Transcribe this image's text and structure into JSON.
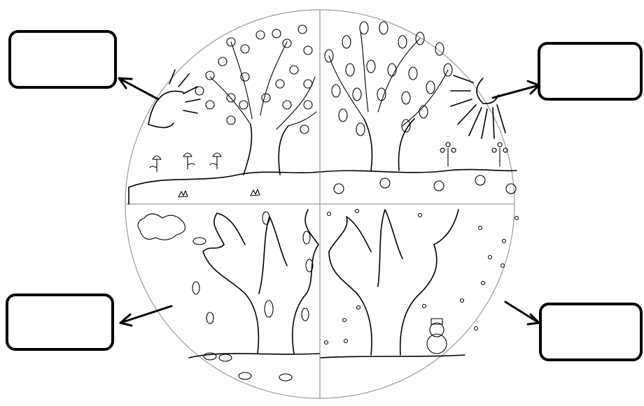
{
  "worksheet": {
    "answer_boxes": [
      {
        "id": "spring",
        "value": ""
      },
      {
        "id": "summer",
        "value": ""
      },
      {
        "id": "autumn",
        "value": ""
      },
      {
        "id": "winter",
        "value": ""
      }
    ]
  }
}
